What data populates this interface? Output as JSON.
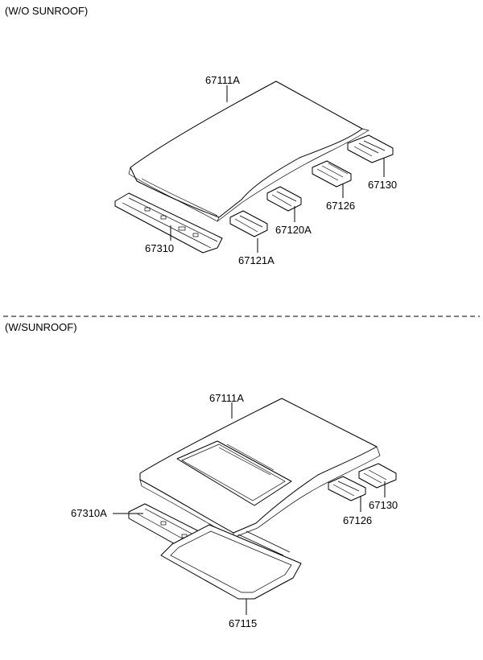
{
  "sections": [
    {
      "title": "(W/O SUNROOF)"
    },
    {
      "title": "(W/SUNROOF)"
    }
  ],
  "top_parts": [
    "67111A",
    "67130",
    "67126",
    "67120A",
    "67310",
    "67121A"
  ],
  "bottom_parts": [
    "67111A",
    "67130",
    "67126",
    "67310A",
    "67115"
  ]
}
